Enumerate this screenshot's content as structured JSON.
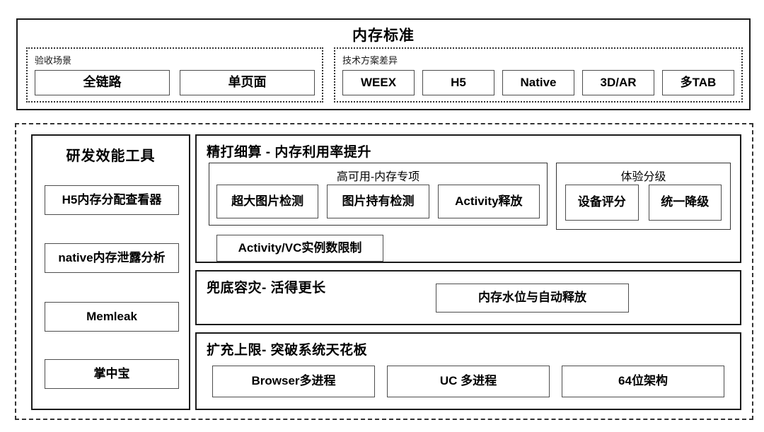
{
  "top_section": {
    "title": "内存标准",
    "groups": [
      {
        "label": "验收场景",
        "items": [
          {
            "label": "全链路"
          },
          {
            "label": "单页面"
          }
        ]
      },
      {
        "label": "技术方案差异",
        "items": [
          {
            "label": "WEEX"
          },
          {
            "label": "H5"
          },
          {
            "label": "Native"
          },
          {
            "label": "3D/AR"
          },
          {
            "label": "多TAB"
          }
        ]
      }
    ]
  },
  "bottom_section": {
    "tools_panel": {
      "title": "研发效能工具",
      "items": [
        {
          "label": "H5内存分配查看器"
        },
        {
          "label": "native内存泄露分析"
        },
        {
          "label": "Memleak"
        },
        {
          "label": "掌中宝"
        }
      ]
    },
    "efficiency_panel": {
      "title": "精打细算 - 内存利用率提升",
      "high_availability": {
        "title": "高可用-内存专项",
        "items": [
          {
            "label": "超大图片检测"
          },
          {
            "label": "图片持有检测"
          },
          {
            "label": "Activity释放"
          }
        ]
      },
      "experience_grading": {
        "title": "体验分级",
        "items": [
          {
            "label": "设备评分"
          },
          {
            "label": "统一降级"
          }
        ]
      },
      "standalone_item": {
        "label": "Activity/VC实例数限制"
      }
    },
    "disaster_panel": {
      "title": "兜底容灾- 活得更长",
      "items": [
        {
          "label": "内存水位与自动释放"
        }
      ]
    },
    "expand_panel": {
      "title": "扩充上限- 突破系统天花板",
      "items": [
        {
          "label": "Browser多进程"
        },
        {
          "label": "UC 多进程"
        },
        {
          "label": "64位架构"
        }
      ]
    }
  },
  "colors": {
    "background": "#ffffff",
    "text": "#000000",
    "border_strong": "#1a1a1a",
    "border_soft": "#4d4d4d"
  }
}
